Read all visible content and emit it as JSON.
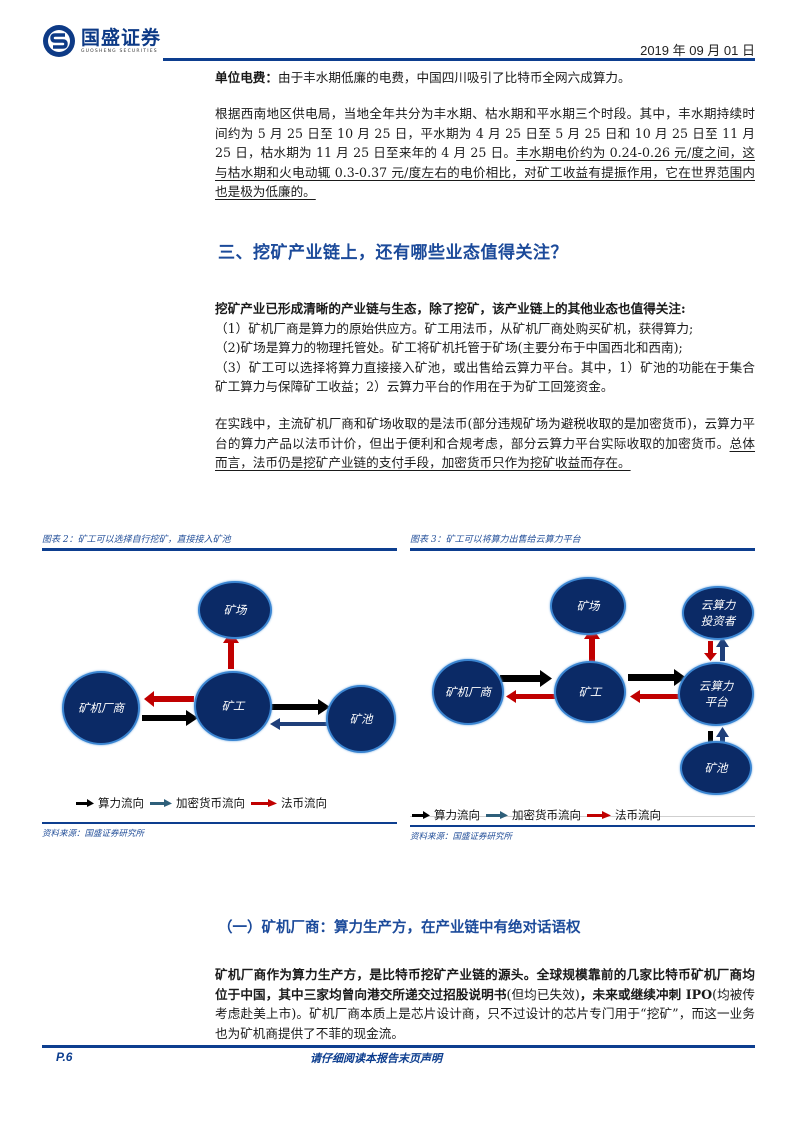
{
  "header": {
    "logo_cn": "国盛证券",
    "logo_en": "GUOSHENG SECURITIES",
    "date": "2019 年 09 月 01 日"
  },
  "para_electricity": {
    "lead": "单位电费：",
    "text": "由于丰水期低廉的电费，中国四川吸引了比特币全网六成算力。"
  },
  "para_periods": {
    "text": "根据西南地区供电局，当地全年共分为丰水期、枯水期和平水期三个时段。其中，丰水期持续时间约为 5 月 25 日至 10 月 25 日，平水期为 4 月 25 日至 5 月 25 日和 10 月 25 日至 11 月 25 日，枯水期为 11 月 25 日至来年的 4 月 25 日。",
    "underlined": "丰水期电价约为 0.24-0.26 元/度之间，这与枯水期和火电动辄 0.3-0.37 元/度左右的电价相比，对矿工收益有提振作用，它在世界范围内也是极为低廉的。"
  },
  "section3": {
    "title": "三、挖矿产业链上，还有哪些业态值得关注？"
  },
  "para_chain": {
    "lead": "挖矿产业已形成清晰的产业链与生态，除了挖矿，该产业链上的其他业态也值得关注:",
    "items": [
      "（1）矿机厂商是算力的原始供应方。矿工用法币，从矿机厂商处购买矿机，获得算力;",
      "（2)矿场是算力的物理托管处。矿工将矿机托管于矿场(主要分布于中国西北和西南);",
      "（3）矿工可以选择将算力直接接入矿池，或出售给云算力平台。其中，1）矿池的功能在于集合矿工算力与保障矿工收益；2）云算力平台的作用在于为矿工回笼资金。"
    ]
  },
  "para_practice": {
    "text": "在实践中，主流矿机厂商和矿场收取的是法币(部分违规矿场为避税收取的是加密货币)，云算力平台的算力产品以法币计价，但出于便利和合规考虑，部分云算力平台实际收取的加密货币。",
    "underlined": "总体而言，法币仍是挖矿产业链的支付手段，加密货币只作为挖矿收益而存在。"
  },
  "figure2": {
    "caption": "图表 2：矿工可以选择自行挖矿，直接接入矿池",
    "nodes": {
      "mine_farm": "矿场",
      "manufacturer": "矿机厂商",
      "miner": "矿工",
      "pool": "矿池"
    },
    "legend": [
      "算力流向",
      "加密货币流向",
      "法币流向"
    ],
    "source": "资料来源：国盛证券研究所"
  },
  "figure3": {
    "caption": "图表 3：矿工可以将算力出售给云算力平台",
    "nodes": {
      "mine_farm": "矿场",
      "manufacturer": "矿机厂商",
      "miner": "矿工",
      "cloud_investor_l1": "云算力",
      "cloud_investor_l2": "投资者",
      "cloud_platform_l1": "云算力",
      "cloud_platform_l2": "平台",
      "pool": "矿池"
    },
    "legend": [
      "算力流向",
      "加密货币流向",
      "法币流向"
    ],
    "source": "资料来源：国盛证券研究所"
  },
  "subsection1": {
    "title": "（一）矿机厂商：算力生产方，在产业链中有绝对话语权"
  },
  "para_manufacturer": {
    "bold": "矿机厂商作为算力生产方，是比特币挖矿产业链的源头。全球规模靠前的几家比特币矿机厂商均位于中国，其中三家均曾向港交所递交过招股说明书",
    "normal1": "(但均已失效)",
    "bold2": "，未来或继续冲刺 IPO",
    "normal2": "(均被传考虑赴美上市)。矿机厂商本质上是芯片设计商，只不过设计的芯片专门用于“挖矿”，而这一业务也为矿机商提供了不菲的现金流。"
  },
  "footer": {
    "page": "P.6",
    "note": "请仔细阅读本报告末页声明"
  },
  "colors": {
    "brand_blue": "#0d3e8f",
    "title_blue": "#1b4a9a",
    "node_fill": "#0b2a66",
    "arrow_black": "#000000",
    "arrow_crypto": "#2e5f7a",
    "arrow_fiat": "#c00000"
  }
}
